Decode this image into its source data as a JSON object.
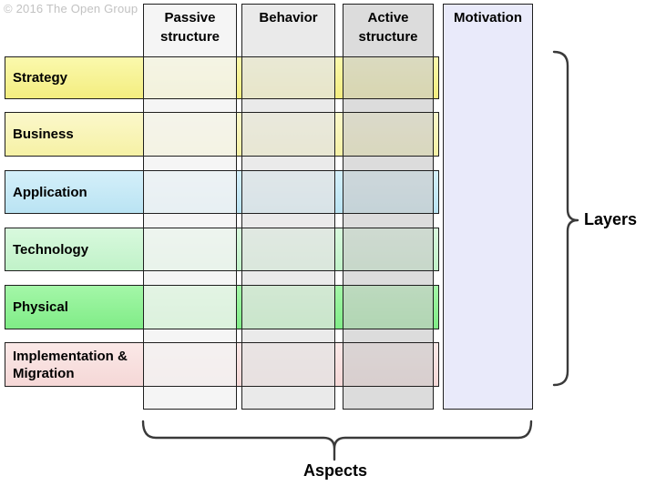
{
  "figure": {
    "copyright": "© 2016 The Open Group",
    "aspect_columns": [
      {
        "label": "Passive structure",
        "fill_style": "background:rgba(243,243,243,0.80)"
      },
      {
        "label": "Behavior",
        "fill_style": "background:rgba(226,226,226,0.74)"
      },
      {
        "label": "Active structure",
        "fill_style": "background:rgba(202,202,202,0.66)"
      },
      {
        "label": "Motivation",
        "fill_style": "background:#e9eafa"
      }
    ],
    "layer_rows": [
      {
        "label": "Strategy",
        "color": "#f5ef85",
        "band_style": "background:linear-gradient(180deg,#fbf9ae,#f3ed7e)"
      },
      {
        "label": "Business",
        "color": "#f8f4b0",
        "band_style": "background:linear-gradient(180deg,#fbf8cc,#f6f1a4)"
      },
      {
        "label": "Application",
        "color": "#c2e8f6",
        "band_style": "background:linear-gradient(180deg,#d5f0fa,#b9e3f3)"
      },
      {
        "label": "Technology",
        "color": "#c9f4d0",
        "band_style": "background:linear-gradient(180deg,#d9f9de,#c0f2c8)"
      },
      {
        "label": "Physical",
        "color": "#8df293",
        "band_style": "background:linear-gradient(180deg,#a5f7a9,#7fec86)"
      },
      {
        "label": "Implementation & Migration",
        "color": "#f8dedd",
        "band_style": "background:linear-gradient(180deg,#fbe9e8,#f5d7d6)"
      }
    ],
    "annotations": {
      "right_bracket_label": "Layers",
      "bottom_bracket_label": "Aspects"
    },
    "palette": {
      "border": "#1f1f1f",
      "bracket_stroke": "#3a3a3a",
      "copyright_text": "#c2c2c2",
      "background": "#ffffff"
    }
  }
}
